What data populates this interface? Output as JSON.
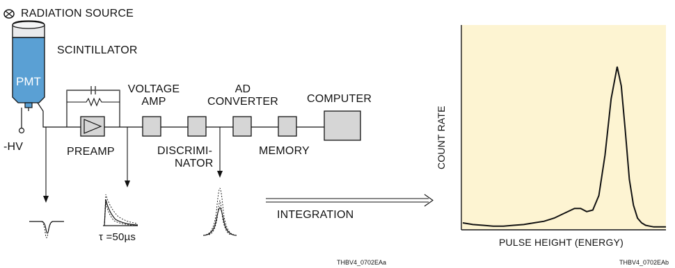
{
  "labels": {
    "radiation_source": "RADIATION SOURCE",
    "scintillator": "SCINTILLATOR",
    "pmt": "PMT",
    "hv": "-HV",
    "preamp": "PREAMP",
    "voltage_amp_line1": "VOLTAGE",
    "voltage_amp_line2": "AMP",
    "discriminator_line1": "DISCRIMI-",
    "discriminator_line2": "NATOR",
    "ad_converter_line1": "AD",
    "ad_converter_line2": "CONVERTER",
    "memory": "MEMORY",
    "computer": "COMPUTER",
    "tau": "τ =50µs",
    "integration": "INTEGRATION"
  },
  "chart": {
    "ylabel": "COUNT RATE",
    "xlabel": "PULSE HEIGHT (ENERGY)",
    "background": "#fdf4d2"
  },
  "chart_data": {
    "type": "line",
    "xlabel": "PULSE HEIGHT (ENERGY)",
    "ylabel": "COUNT RATE",
    "x": [
      0,
      5,
      10,
      15,
      20,
      25,
      30,
      35,
      40,
      45,
      50,
      55,
      58,
      61,
      64,
      67,
      70,
      73,
      76,
      78,
      80,
      82,
      84,
      86,
      88,
      90,
      92,
      94,
      97,
      100
    ],
    "y": [
      3,
      2,
      1.5,
      1,
      1,
      1.5,
      2,
      3,
      4,
      6,
      9,
      12,
      12,
      10,
      11,
      20,
      45,
      80,
      100,
      88,
      60,
      30,
      14,
      6,
      3,
      1.5,
      1,
      0.5,
      0.5,
      0.5
    ],
    "grid": false
  },
  "footer": {
    "left_code": "THBV4_0702EAa",
    "right_code": "THBV4_0702EAb"
  },
  "colors": {
    "pmt_fill": "#5aa0d4",
    "pmt_cap": "#e9eaec",
    "box_fill": "#d6d6d6"
  }
}
